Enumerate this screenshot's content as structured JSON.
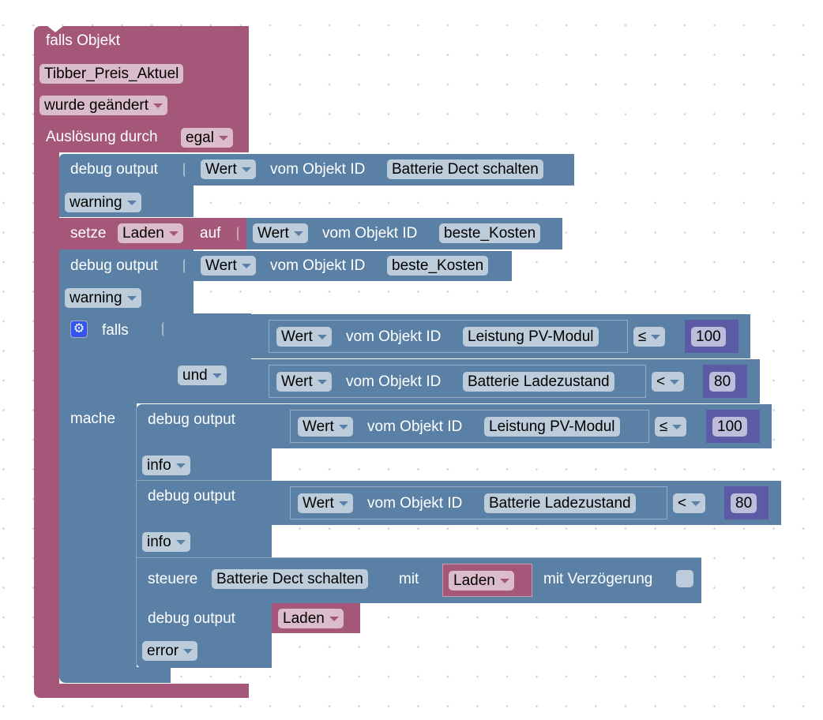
{
  "canvas": {
    "grid": "dotted",
    "colors": {
      "event": "#a5577a",
      "statement": "#5b80a5",
      "number": "#5b5ba5",
      "background": "#ffffff"
    }
  },
  "trigger": {
    "title": "falls Objekt",
    "object_id": "Tibber_Preis_Aktuel",
    "change_mode": "wurde geändert",
    "trigger_label": "Auslösung durch",
    "trigger_value": "egal"
  },
  "blocks": {
    "debug1": {
      "label": "debug output",
      "mode": "Wert",
      "from": "vom Objekt ID",
      "object": "Batterie Dect schalten",
      "level": "warning"
    },
    "set": {
      "label": "setze",
      "var": "Laden",
      "to": "auf",
      "mode": "Wert",
      "from": "vom Objekt ID",
      "object": "beste_Kosten"
    },
    "debug2": {
      "label": "debug output",
      "mode": "Wert",
      "from": "vom Objekt ID",
      "object": "beste_Kosten",
      "level": "warning"
    },
    "if": {
      "label": "falls",
      "do_label": "mache",
      "logic": "und",
      "cond1": {
        "mode": "Wert",
        "from": "vom Objekt ID",
        "object": "Leistung PV-Modul",
        "op": "≤",
        "value": "100"
      },
      "cond2": {
        "mode": "Wert",
        "from": "vom Objekt ID",
        "object": "Batterie Ladezustand",
        "op": "<",
        "value": "80"
      }
    },
    "debug3": {
      "label": "debug output",
      "mode": "Wert",
      "from": "vom Objekt ID",
      "object": "Leistung PV-Modul",
      "op": "≤",
      "value": "100",
      "level": "info"
    },
    "debug4": {
      "label": "debug output",
      "mode": "Wert",
      "from": "vom Objekt ID",
      "object": "Batterie Ladezustand",
      "op": "<",
      "value": "80",
      "level": "info"
    },
    "control": {
      "label": "steuere",
      "object": "Batterie Dect schalten",
      "with": "mit",
      "var": "Laden",
      "delay_label": "mit Verzögerung",
      "delay_checked": false
    },
    "debug5": {
      "label": "debug output",
      "var": "Laden",
      "level": "error"
    }
  }
}
